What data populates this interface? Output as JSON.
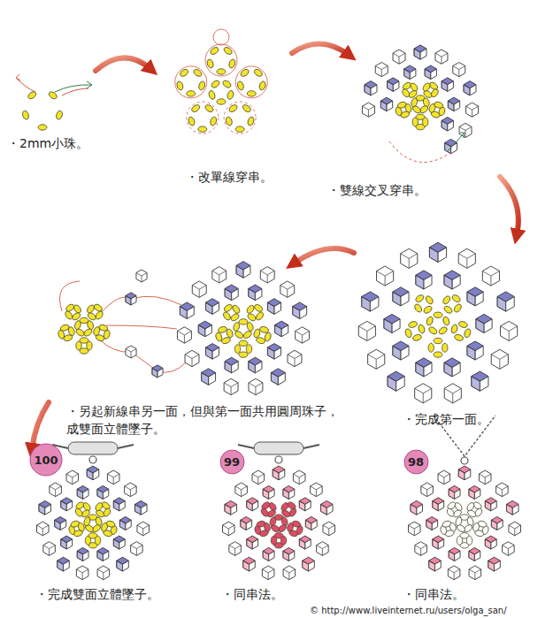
{
  "diagram": {
    "nodes": [
      {
        "text": [
          "100"
        ]
      },
      {
        "text": [
          "99"
        ]
      },
      {
        "text": [
          "98"
        ]
      }
    ],
    "labels": [
      "・2mm小珠。",
      "・改單線穿串。",
      "・雙線交叉穿串。",
      "・完成第一面。",
      "・另起新線串另一面，但與第一面共用圓周珠子， 成雙面立體墜子。",
      "・完成雙面立體墜子。",
      "・同串法。",
      "・同串法。",
      "© http://www.liveinternet.ru/users/olga_san/"
    ]
  }
}
